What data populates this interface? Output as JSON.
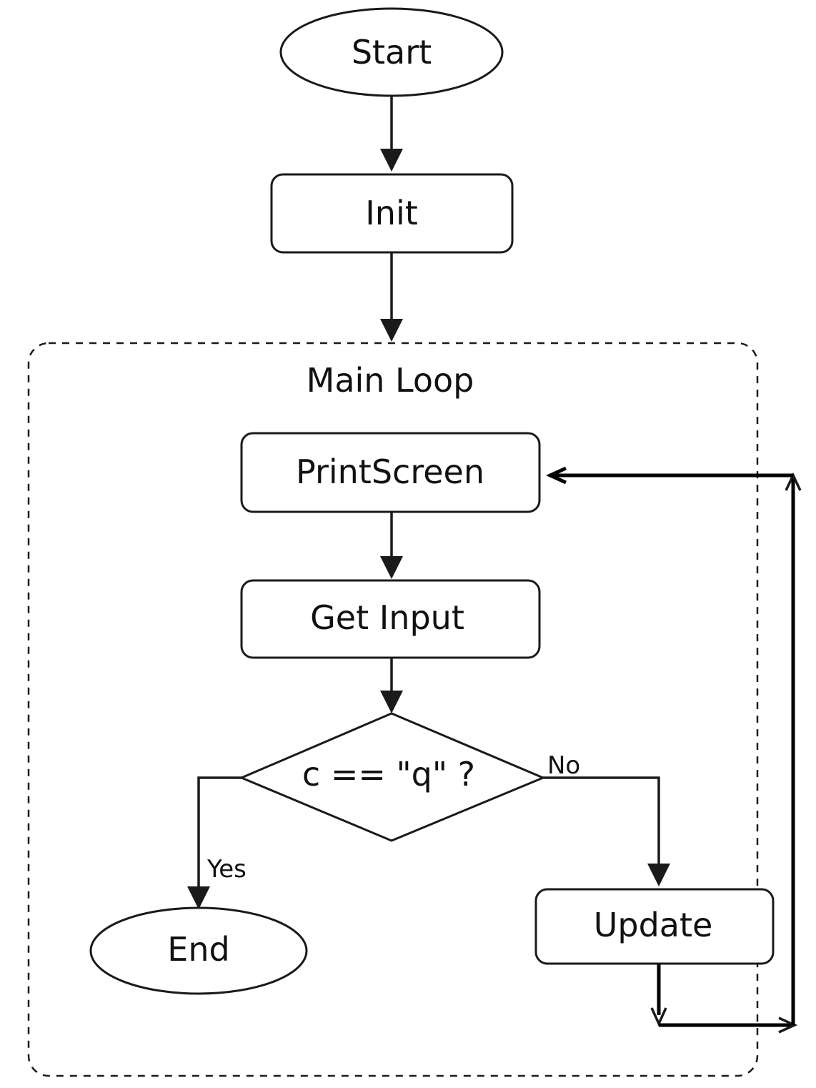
{
  "nodes": {
    "start": {
      "label": "Start",
      "shape": "ellipse"
    },
    "init": {
      "label": "Init",
      "shape": "rounded-rect"
    },
    "print_screen": {
      "label": "PrintScreen",
      "shape": "rounded-rect"
    },
    "get_input": {
      "label": "Get Input",
      "shape": "rounded-rect"
    },
    "decision": {
      "label": "c == \"q\" ?",
      "shape": "diamond"
    },
    "end": {
      "label": "End",
      "shape": "ellipse"
    },
    "update": {
      "label": "Update",
      "shape": "rounded-rect"
    }
  },
  "group": {
    "label": "Main Loop",
    "style": "dashed"
  },
  "edges": [
    {
      "from": "start",
      "to": "init",
      "label": ""
    },
    {
      "from": "init",
      "to": "main-loop",
      "label": ""
    },
    {
      "from": "print_screen",
      "to": "get_input",
      "label": ""
    },
    {
      "from": "get_input",
      "to": "decision",
      "label": ""
    },
    {
      "from": "decision",
      "to": "end",
      "label": "Yes"
    },
    {
      "from": "decision",
      "to": "update",
      "label": "No"
    },
    {
      "from": "update",
      "to": "print_screen",
      "label": ""
    }
  ],
  "edge_labels": {
    "yes": "Yes",
    "no": "No"
  },
  "colors": {
    "stroke": "#1a1a1a",
    "background": "#ffffff",
    "text": "#111111"
  }
}
